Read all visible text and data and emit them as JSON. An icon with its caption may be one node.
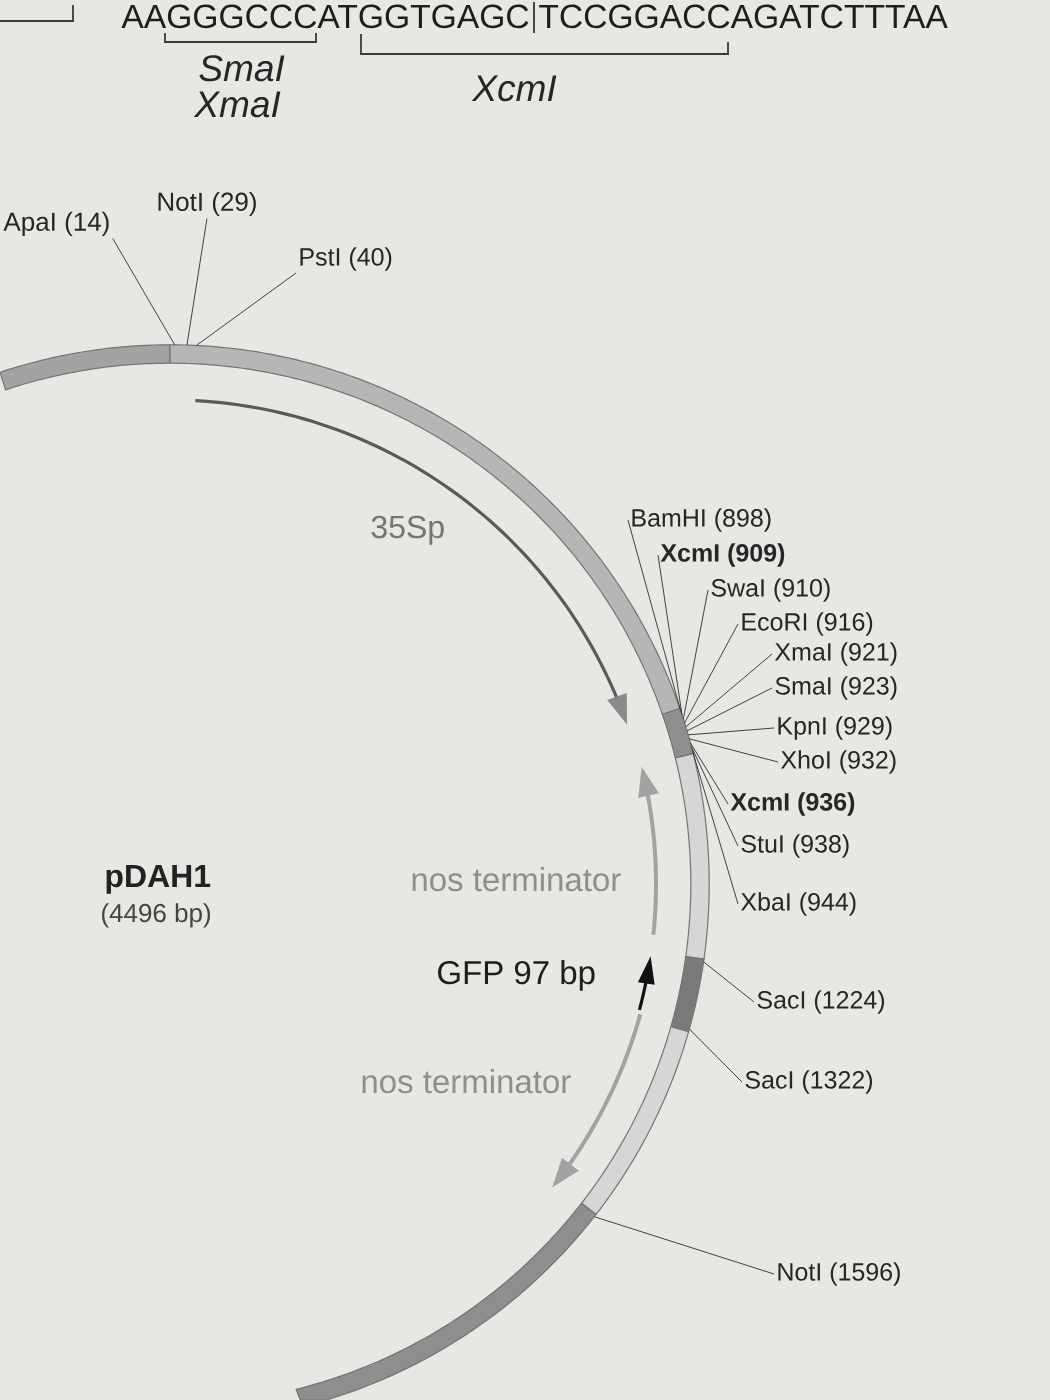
{
  "diagram": {
    "nodes": [
      {
        "text": [
          "ApaI (14)"
        ]
      },
      {
        "text": [
          "NotI (29)"
        ]
      },
      {
        "text": [
          "PstI (40)"
        ]
      },
      {
        "text": [
          "BamHI (898)"
        ]
      },
      {
        "text": [
          "XcmI (909)"
        ]
      },
      {
        "text": [
          "SwaI (910)"
        ]
      },
      {
        "text": [
          "EcoRI (916)"
        ]
      },
      {
        "text": [
          "XmaI (921)"
        ]
      },
      {
        "text": [
          "SmaI (923)"
        ]
      },
      {
        "text": [
          "KpnI (929)"
        ]
      },
      {
        "text": [
          "XhoI (932)"
        ]
      },
      {
        "text": [
          "XcmI (936)"
        ]
      },
      {
        "text": [
          "StuI (938)"
        ]
      },
      {
        "text": [
          "XbaI (944)"
        ]
      },
      {
        "text": [
          "SacI (1224)"
        ]
      },
      {
        "text": [
          "SacI (1322)"
        ]
      },
      {
        "text": [
          "NotI (1596)"
        ]
      },
      {
        "text": [],
        "shape": "arc"
      },
      {
        "text": [],
        "shape": "arc"
      },
      {
        "text": [],
        "shape": "arc"
      },
      {
        "text": [],
        "shape": "arc"
      },
      {
        "text": [],
        "shape": "arc"
      },
      {
        "text": [],
        "shape": "arc"
      },
      {
        "text": [],
        "shape": "arc"
      }
    ],
    "edges": [
      {
        "from": 0,
        "to": 18,
        "arrow": "none"
      },
      {
        "from": 1,
        "to": 18,
        "arrow": "none"
      },
      {
        "from": 2,
        "to": 18,
        "arrow": "none"
      },
      {
        "from": 3,
        "to": 19,
        "arrow": "none"
      },
      {
        "from": 4,
        "to": 19,
        "arrow": "none"
      },
      {
        "from": 5,
        "to": 19,
        "arrow": "none"
      },
      {
        "from": 6,
        "to": 19,
        "arrow": "none"
      },
      {
        "from": 7,
        "to": 19,
        "arrow": "none"
      },
      {
        "from": 8,
        "to": 19,
        "arrow": "none"
      },
      {
        "from": 9,
        "to": 19,
        "arrow": "none"
      },
      {
        "from": 10,
        "to": 19,
        "arrow": "none"
      },
      {
        "from": 11,
        "to": 19,
        "arrow": "none"
      },
      {
        "from": 12,
        "to": 19,
        "arrow": "none"
      },
      {
        "from": 13,
        "to": 19,
        "arrow": "none"
      },
      {
        "from": 14,
        "to": 21,
        "arrow": "none"
      },
      {
        "from": 15,
        "to": 21,
        "arrow": "none"
      },
      {
        "from": 16,
        "to": 23,
        "arrow": "none"
      }
    ],
    "labels": [
      "AAGGGCCCATGGTGAGC",
      "TCCGGACCAGATCTTTAA",
      "SmaI",
      "XmaI",
      "XcmI",
      "35Sp",
      "pDAH1",
      "(4496 bp)",
      "nos terminator",
      "GFP 97 bp",
      "nos terminator"
    ]
  }
}
